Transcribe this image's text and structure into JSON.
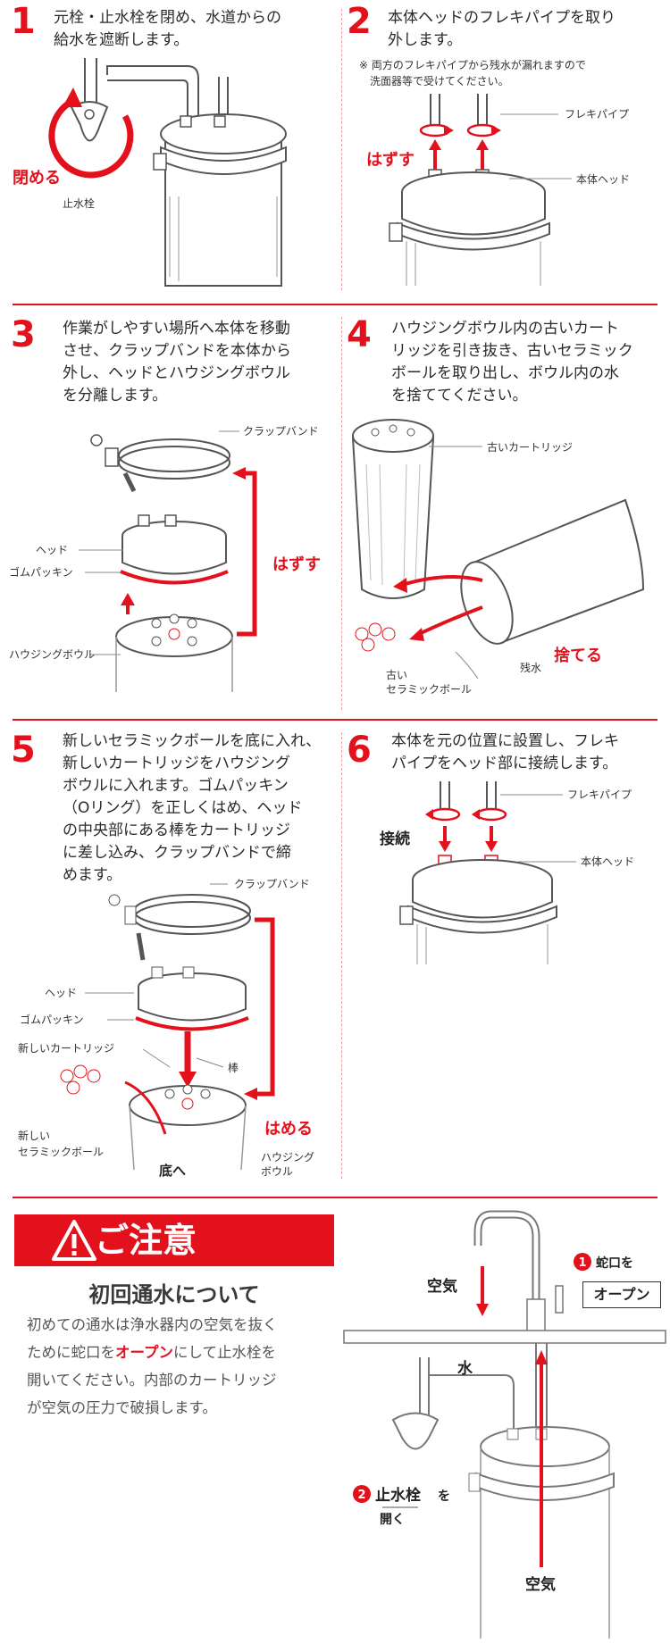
{
  "steps": [
    {
      "num": "1",
      "text": "元栓・止水栓を閉め、水道からの\n給水を遮断します。"
    },
    {
      "num": "2",
      "text": "本体ヘッドのフレキパイプを取り\n外します。"
    },
    {
      "num": "3",
      "text": "作業がしやすい場所へ本体を移動\nさせ、クラップバンドを本体から\n外し、ヘッドとハウジングボウル\nを分離します。"
    },
    {
      "num": "4",
      "text": "ハウジングボウル内の古いカート\nリッジを引き抜き、古いセラミック\nボールを取り出し、ボウル内の水\nを捨ててください。"
    },
    {
      "num": "5",
      "text": "新しいセラミックボールを底に入れ、\n新しいカートリッジをハウジング\nボウルに入れます。ゴムパッキン\n（Oリング）を正しくはめ、ヘッド\nの中央部にある棒をカートリッジ\nに差し込み、クラップバンドで締\nめます。"
    },
    {
      "num": "6",
      "text": "本体を元の位置に設置し、フレキ\nパイプをヘッド部に接続します。"
    }
  ],
  "labels": {
    "s1_close": "閉める",
    "s1_valve": "止水栓",
    "s2_note": "※ 両方のフレキパイプから残水が漏れますので\n　洗面器等で受けてください。",
    "s2_flexi": "フレキパイプ",
    "s2_remove": "はずす",
    "s2_head": "本体ヘッド",
    "s3_band": "クラップバンド",
    "s3_head": "ヘッド",
    "s3_gasket": "ゴムパッキン",
    "s3_remove": "はずす",
    "s3_bowl": "ハウジングボウル",
    "s4_old_cart": "古いカートリッジ",
    "s4_discard": "捨てる",
    "s4_residual": "残水",
    "s4_old_ball_1": "古い",
    "s4_old_ball_2": "セラミックボール",
    "s5_band": "クラップバンド",
    "s5_head": "ヘッド",
    "s5_gasket": "ゴムパッキン",
    "s5_new_cart": "新しいカートリッジ",
    "s5_rod": "棒",
    "s5_new_ball_1": "新しい",
    "s5_new_ball_2": "セラミックボール",
    "s5_fit": "はめる",
    "s5_bottom": "底へ",
    "s5_bowl_1": "ハウジング",
    "s5_bowl_2": "ボウル",
    "s6_flexi": "フレキパイプ",
    "s6_connect": "接続",
    "s6_head": "本体ヘッド"
  },
  "caution": {
    "title": "ご注意",
    "subtitle": "初回通水について",
    "body_1": "初めての通水は浄水器内の空気を抜く",
    "body_2a": "ために蛇口を",
    "body_2b": "オープン",
    "body_2c": "にして止水栓を",
    "body_3": "開いてください。内部のカートリッジ",
    "body_4": "が空気の圧力で破損します。",
    "diag_air_top": "空気",
    "diag_step1_num": "1",
    "diag_step1_text": "蛇口を",
    "diag_open": "オープン",
    "diag_water": "水",
    "diag_step2_num": "2",
    "diag_step2_text": "止水栓",
    "diag_step2_suffix": "を",
    "diag_step2_open": "開く",
    "diag_air_bottom": "空気"
  },
  "colors": {
    "accent": "#e3111b",
    "text": "#2a2a2a"
  }
}
